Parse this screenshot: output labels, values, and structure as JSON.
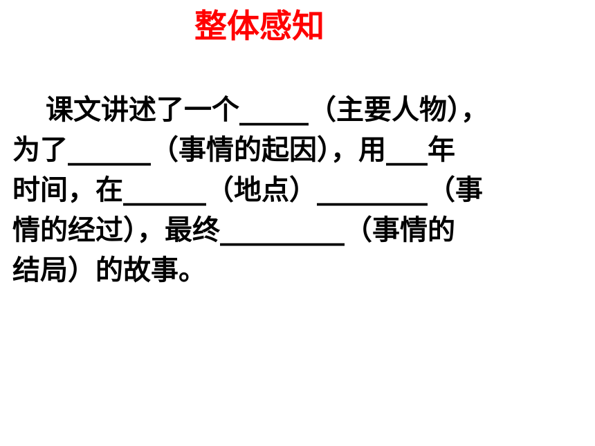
{
  "slide": {
    "title": "整体感知",
    "lines": [
      "课文讲述了一个_____（主要人物），",
      "为了______（事情的起因），用___年",
      "时间，在______（地点）________（事",
      "情的经过），最终_________（事情的",
      "结局）的故事。"
    ]
  },
  "colors": {
    "title": "#ff0000",
    "body_text": "#000000",
    "background": "#ffffff"
  }
}
